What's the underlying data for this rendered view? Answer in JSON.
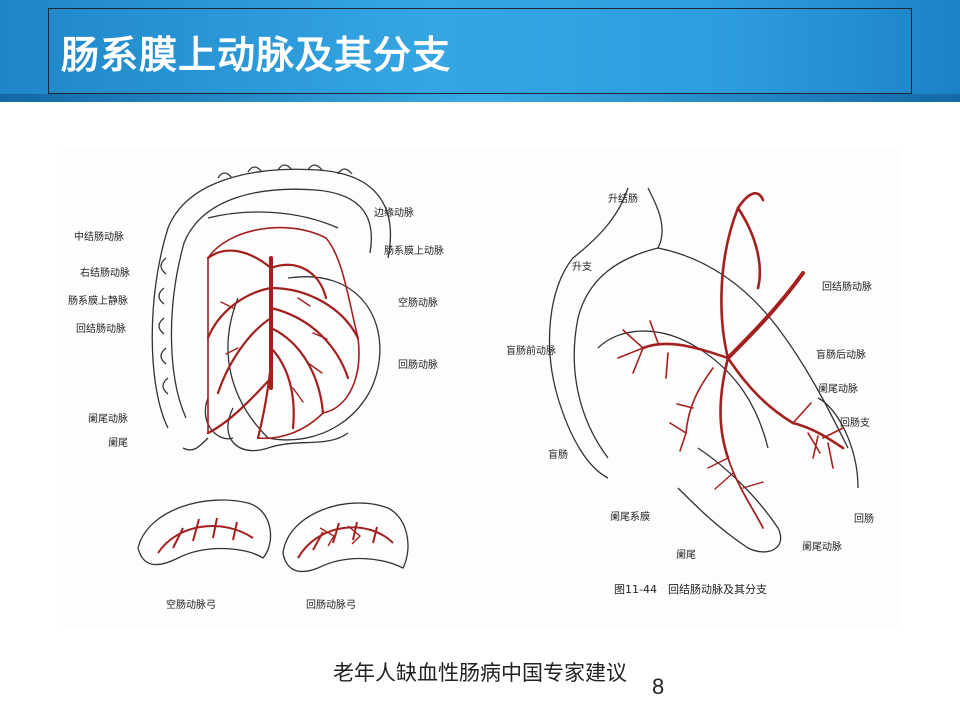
{
  "slide": {
    "title": "肠系膜上动脉及其分支",
    "footer": "老年人缺血性肠病中国专家建议",
    "page_number": "8"
  },
  "figure_left": {
    "labels": {
      "marginal_artery": "边缘动脉",
      "middle_colic": "中结肠动脉",
      "sma": "肠系膜上动脉",
      "right_colic": "右结肠动脉",
      "smv": "肠系膜上静脉",
      "jejunal": "空肠动脉",
      "ileocolic": "回结肠动脉",
      "ileal": "回肠动脉",
      "appendicular": "阑尾动脉",
      "appendix": "阑尾"
    },
    "arcade_labels": {
      "jejunal_arcade": "空肠动脉弓",
      "ileal_arcade": "回肠动脉弓"
    }
  },
  "figure_right": {
    "labels": {
      "ascending_colon": "升结肠",
      "ascending_branch": "升支",
      "ileocolic": "回结肠动脉",
      "anterior_cecal": "盲肠前动脉",
      "posterior_cecal": "盲肠后动脉",
      "appendicular": "阑尾动脉",
      "ileal_branch": "回肠支",
      "cecum": "盲肠",
      "mesoappendix": "阑尾系膜",
      "ileum": "回肠",
      "appendix": "阑尾",
      "appendicular_2": "阑尾动脉"
    },
    "caption": "图11-44　回结肠动脉及其分支"
  },
  "colors": {
    "banner": "#2e9ddf",
    "artery": "#a3201e",
    "outline": "#333333"
  }
}
